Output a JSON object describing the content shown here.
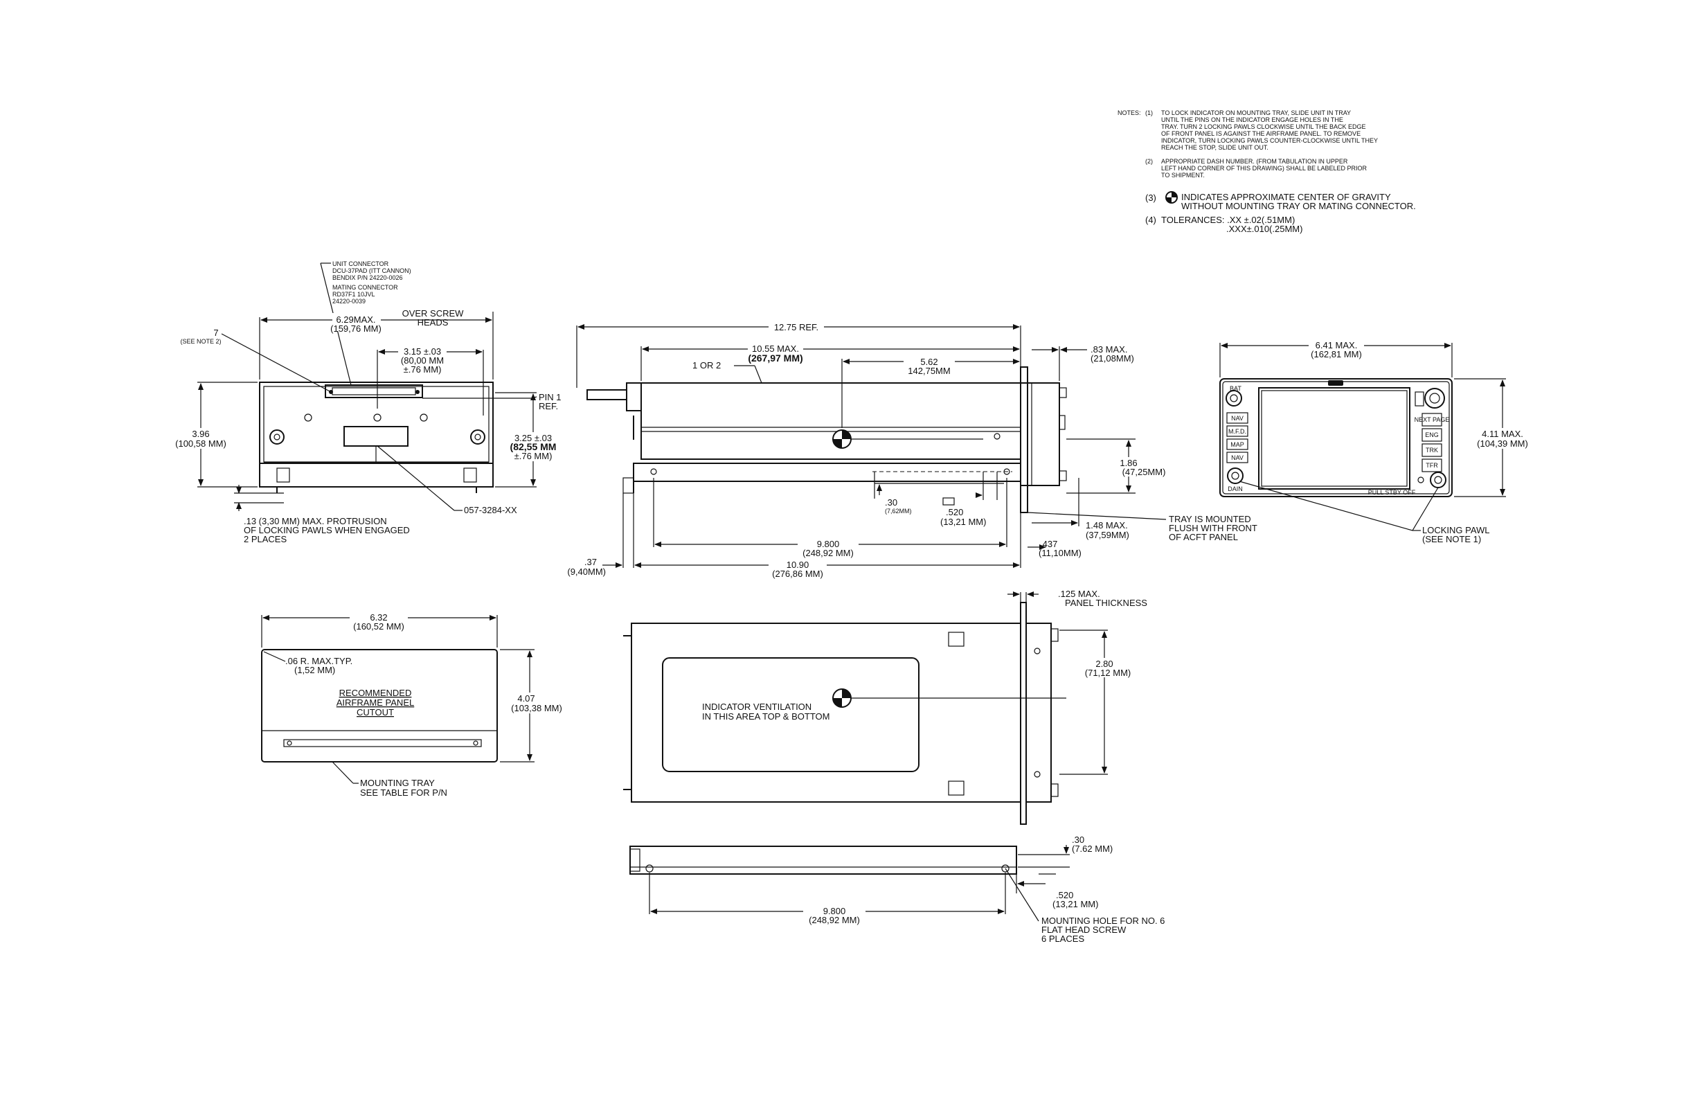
{
  "notes": {
    "header": "NOTES:",
    "n1_num": "(1)",
    "n1": [
      "TO LOCK INDICATOR ON MOUNTING TRAY, SLIDE UNIT IN TRAY",
      "UNTIL THE PINS ON THE INDICATOR ENGAGE HOLES IN THE",
      "TRAY. TURN 2 LOCKING PAWLS CLOCKWISE UNTIL THE BACK EDGE",
      "OF FRONT PANEL IS AGAINST THE AIRFRAME PANEL. TO REMOVE",
      "INDICATOR, TURN LOCKING PAWLS COUNTER-CLOCKWISE UNTIL THEY",
      "REACH THE STOP, SLIDE UNIT OUT."
    ],
    "n2_num": "(2)",
    "n2": [
      "APPROPRIATE DASH NUMBER.         (FROM TABULATION IN UPPER",
      "LEFT HAND CORNER OF THIS DRAWING) SHALL BE LABELED PRIOR",
      "TO SHIPMENT."
    ],
    "n3_num": "(3)",
    "n3": [
      "INDICATES APPROXIMATE CENTER OF GRAVITY",
      "WITHOUT MOUNTING TRAY OR MATING CONNECTOR."
    ],
    "n4_num": "(4)",
    "n4": [
      "TOLERANCES: .XX ±.02(.51MM)",
      ".XXX±.010(.25MM)"
    ]
  },
  "rear_view": {
    "connector": [
      "UNIT CONNECTOR",
      "DCU-37PAD (ITT CANNON)",
      "BENDIX P/N 24220-0026",
      "MATING CONNECTOR",
      "RD37F1 10JVL",
      "24220-0039"
    ],
    "width": [
      "6.29MAX.",
      "(159,76 MM)"
    ],
    "over_screw": [
      "OVER SCREW",
      "HEADS"
    ],
    "seven": [
      "7",
      "(SEE NOTE 2)"
    ],
    "pin_spacing": [
      "3.15 ±.03",
      "(80,00 MM",
      "±.76 MM)"
    ],
    "pin1": [
      "PIN 1",
      "REF."
    ],
    "height": [
      "3.96",
      "(100,58 MM)"
    ],
    "height2": [
      "3.25 ±.03",
      "(82,55 MM",
      "±.76 MM)"
    ],
    "part": "057-3284-XX",
    "protrusion": [
      ".13 (3,30 MM) MAX. PROTRUSION",
      "OF LOCKING PAWLS WHEN ENGAGED",
      "2 PLACES"
    ]
  },
  "side_view": {
    "ref": "12.75 REF.",
    "length": [
      "10.55 MAX.",
      "(267,97 MM)"
    ],
    "cg": [
      "5.62",
      "142,75MM"
    ],
    "bezel": [
      ".83 MAX.",
      "(21,08MM)"
    ],
    "dash": "1 OR 2",
    "cg_height": [
      "1.86",
      "(47,25MM)"
    ],
    "hole_offset": [
      ".30",
      "(7,62MM)"
    ],
    "hole_pos": [
      ".520",
      "(13,21 MM)"
    ],
    "hole_spacing": [
      "9.800",
      "(248,92 MM)"
    ],
    "tray_length": [
      "10.90",
      "(276,86 MM)"
    ],
    "rear_ext": [
      ".37",
      "(9,40MM)"
    ],
    "depth_front": [
      "1.48 MAX.",
      "(37,59MM)"
    ],
    "flush": [
      "TRAY IS MOUNTED",
      "FLUSH WITH FRONT",
      "OF ACFT PANEL"
    ],
    "front_ext": [
      ".437",
      "(11,10MM)"
    ]
  },
  "front_view": {
    "width": [
      "6.41 MAX.",
      "(162,81 MM)"
    ],
    "height": [
      "4.11 MAX.",
      "(104,39 MM)"
    ],
    "pawl": [
      "LOCKING PAWL",
      "(SEE NOTE 1)"
    ],
    "keys_left": [
      "NAV",
      "M.F.D.",
      "MAP",
      "NAV"
    ],
    "keys_right": [
      "NEXT PAGE",
      "ENG",
      "TRK",
      "TFR"
    ],
    "top_left_label": "BAT",
    "bottom_left_label": "DAIN",
    "bottom_label": "PULL STBY OFF"
  },
  "cutout_view": {
    "width": [
      "6.32",
      "(160,52 MM)"
    ],
    "radius": [
      ".06 R. MAX.TYP.",
      "(1,52 MM)"
    ],
    "title": [
      "RECOMMENDED",
      "AIRFRAME PANEL",
      "CUTOUT"
    ],
    "height": [
      "4.07",
      "(103,38 MM)"
    ],
    "tray": [
      "MOUNTING TRAY",
      "SEE TABLE FOR P/N"
    ]
  },
  "top_view": {
    "panel": [
      ".125 MAX.",
      "PANEL THICKNESS"
    ],
    "ventilation": [
      "INDICATOR VENTILATION",
      "IN THIS AREA TOP & BOTTOM"
    ],
    "spacing": [
      "2.80",
      "(71,12 MM)"
    ]
  },
  "tray_view": {
    "offset": [
      ".30",
      "(7.62 MM)"
    ],
    "pos": [
      ".520",
      "(13,21 MM)"
    ],
    "spacing": [
      "9.800",
      "(248,92 MM)"
    ],
    "hole": [
      "MOUNTING HOLE FOR NO. 6",
      "FLAT HEAD SCREW",
      "6 PLACES"
    ]
  }
}
